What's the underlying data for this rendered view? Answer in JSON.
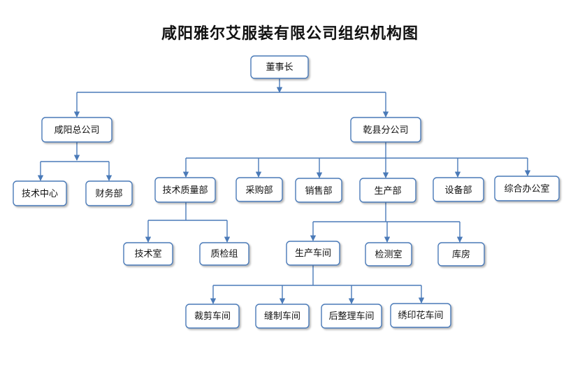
{
  "title": "咸阳雅尔艾服装有限公司组织机构图",
  "colors": {
    "line": "#4a7ab8",
    "box_border": "#4a7ab8",
    "text": "#111111"
  },
  "nodes": {
    "board": "董事长",
    "xianyang_hq": "咸阳总公司",
    "qianxian_branch": "乾县分公司",
    "hq_tech_center": "技术中心",
    "hq_finance": "财务部",
    "tech_quality": "技术质量部",
    "purchasing": "采购部",
    "sales": "销售部",
    "production": "生产部",
    "equipment": "设备部",
    "general_office": "综合办公室",
    "tech_room": "技术室",
    "qc_group": "质检组",
    "production_workshop": "生产车间",
    "testing_room": "检测室",
    "warehouse": "库房",
    "cutting_workshop": "裁剪车间",
    "sewing_workshop": "缝制车间",
    "finishing_workshop": "后整理车间",
    "embroidery_workshop": "绣印花车间"
  }
}
